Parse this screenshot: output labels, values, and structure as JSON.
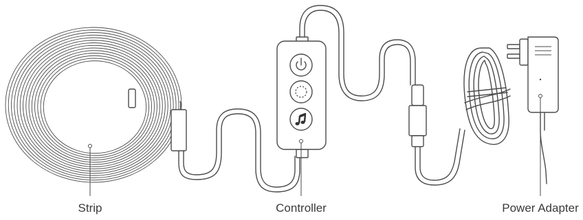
{
  "labels": {
    "strip": "Strip",
    "controller": "Controller",
    "power_adapter": "Power Adapter"
  },
  "colors": {
    "line": "#4a4a4a",
    "text": "#3a3a3a",
    "background": "#ffffff"
  },
  "icons": [
    "power-icon",
    "mode-icon",
    "music-note-icon"
  ]
}
